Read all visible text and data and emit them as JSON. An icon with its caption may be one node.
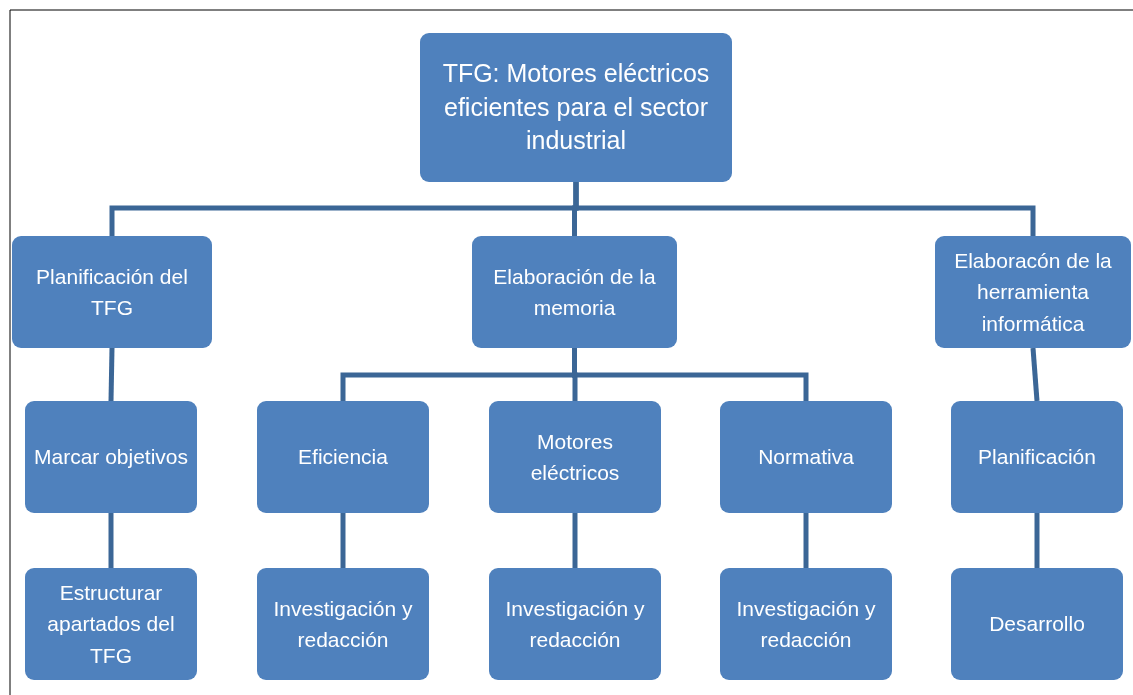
{
  "diagram": {
    "nodes": [
      {
        "text": [
          "TFG: Motores eléctricos eficientes para el sector industrial"
        ]
      },
      {
        "text": [
          "Planificación del TFG"
        ]
      },
      {
        "text": [
          "Elaboración de la memoria"
        ]
      },
      {
        "text": [
          "Elaboracón de la herramienta informática"
        ]
      },
      {
        "text": [
          "Marcar objetivos"
        ]
      },
      {
        "text": [
          "Estructurar apartados del TFG"
        ]
      },
      {
        "text": [
          "Eficiencia"
        ]
      },
      {
        "text": [
          "Motores eléctricos"
        ]
      },
      {
        "text": [
          "Normativa"
        ]
      },
      {
        "text": [
          "Planificación"
        ]
      },
      {
        "text": [
          "Investigación y redacción"
        ]
      },
      {
        "text": [
          "Investigación y redacción"
        ]
      },
      {
        "text": [
          "Investigación y redacción"
        ]
      },
      {
        "text": [
          "Desarrollo"
        ]
      }
    ],
    "edges": [
      {
        "from": 0,
        "to": 1,
        "arrow": "none"
      },
      {
        "from": 0,
        "to": 2,
        "arrow": "none"
      },
      {
        "from": 0,
        "to": 3,
        "arrow": "none"
      },
      {
        "from": 1,
        "to": 4,
        "arrow": "none"
      },
      {
        "from": 4,
        "to": 5,
        "arrow": "none"
      },
      {
        "from": 2,
        "to": 6,
        "arrow": "none"
      },
      {
        "from": 2,
        "to": 7,
        "arrow": "none"
      },
      {
        "from": 2,
        "to": 8,
        "arrow": "none"
      },
      {
        "from": 6,
        "to": 10,
        "arrow": "none"
      },
      {
        "from": 7,
        "to": 11,
        "arrow": "none"
      },
      {
        "from": 8,
        "to": 12,
        "arrow": "none"
      },
      {
        "from": 3,
        "to": 9,
        "arrow": "none"
      },
      {
        "from": 9,
        "to": 13,
        "arrow": "none"
      }
    ]
  }
}
